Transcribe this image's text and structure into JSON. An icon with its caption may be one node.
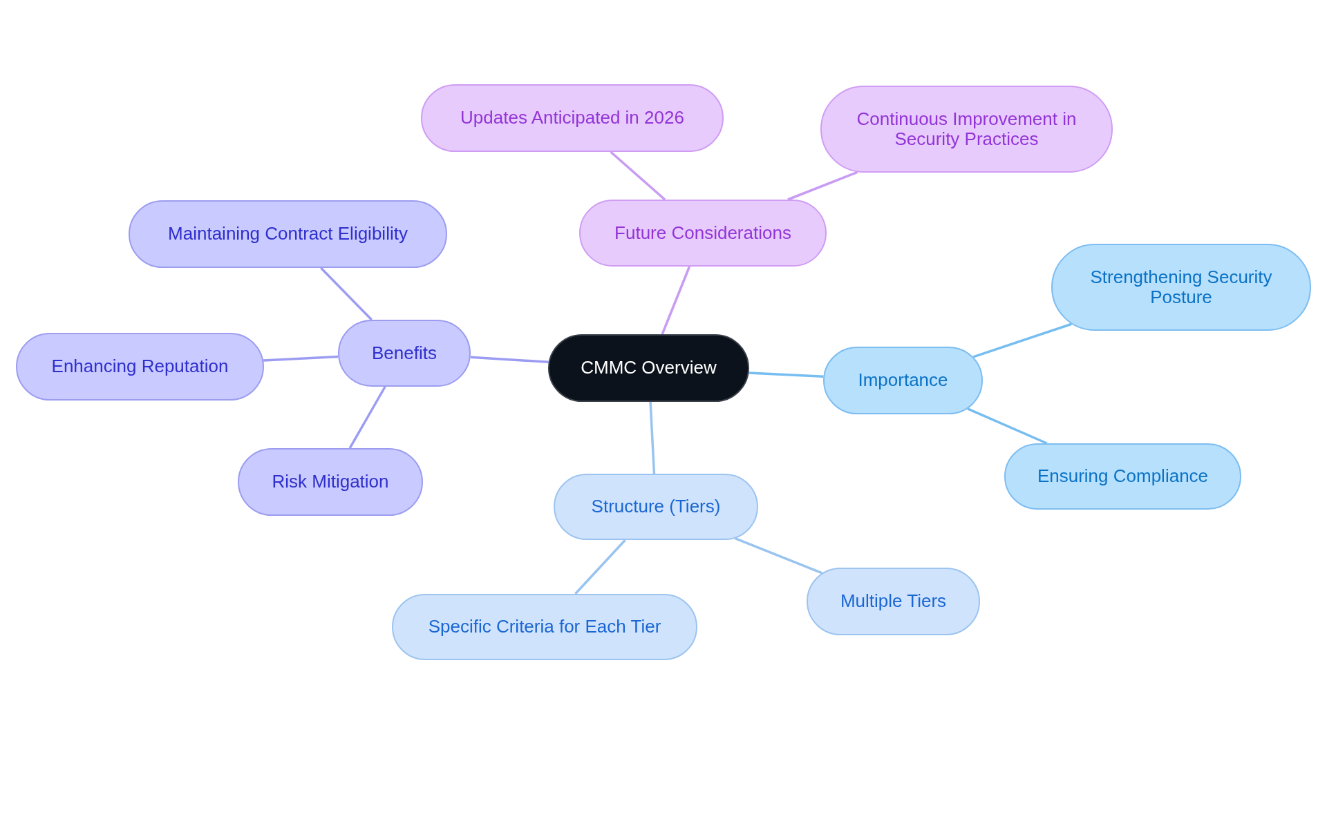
{
  "diagram": {
    "nodes": [
      {
        "text": [
          "CMMC Overview"
        ]
      },
      {
        "text": [
          "Future Considerations"
        ]
      },
      {
        "text": [
          "Updates Anticipated in 2026"
        ]
      },
      {
        "text": [
          "Continuous Improvement in Security Practices"
        ]
      },
      {
        "text": [
          "Importance"
        ]
      },
      {
        "text": [
          "Strengthening Security Posture"
        ]
      },
      {
        "text": [
          "Ensuring Compliance"
        ]
      },
      {
        "text": [
          "Structure (Tiers)"
        ]
      },
      {
        "text": [
          "Multiple Tiers"
        ]
      },
      {
        "text": [
          "Specific Criteria for Each Tier"
        ]
      },
      {
        "text": [
          "Benefits"
        ]
      },
      {
        "text": [
          "Maintaining Contract Eligibility"
        ]
      },
      {
        "text": [
          "Enhancing Reputation"
        ]
      },
      {
        "text": [
          "Risk Mitigation"
        ]
      }
    ],
    "edges": [
      {
        "from": 0,
        "to": 1,
        "arrow": "none",
        "color": "#c89cf4"
      },
      {
        "from": 1,
        "to": 2,
        "arrow": "none",
        "color": "#c89cf4"
      },
      {
        "from": 1,
        "to": 3,
        "arrow": "none",
        "color": "#c89cf4"
      },
      {
        "from": 0,
        "to": 4,
        "arrow": "none",
        "color": "#76bdf0"
      },
      {
        "from": 4,
        "to": 5,
        "arrow": "none",
        "color": "#76bdf0"
      },
      {
        "from": 4,
        "to": 6,
        "arrow": "none",
        "color": "#76bdf0"
      },
      {
        "from": 0,
        "to": 7,
        "arrow": "none",
        "color": "#99c4f0"
      },
      {
        "from": 7,
        "to": 8,
        "arrow": "none",
        "color": "#99c4f0"
      },
      {
        "from": 7,
        "to": 9,
        "arrow": "none",
        "color": "#99c4f0"
      },
      {
        "from": 0,
        "to": 10,
        "arrow": "none",
        "color": "#9c9df2"
      },
      {
        "from": 10,
        "to": 11,
        "arrow": "none",
        "color": "#9c9df2"
      },
      {
        "from": 10,
        "to": 12,
        "arrow": "none",
        "color": "#9c9df2"
      },
      {
        "from": 10,
        "to": 13,
        "arrow": "none",
        "color": "#9c9df2"
      }
    ]
  }
}
